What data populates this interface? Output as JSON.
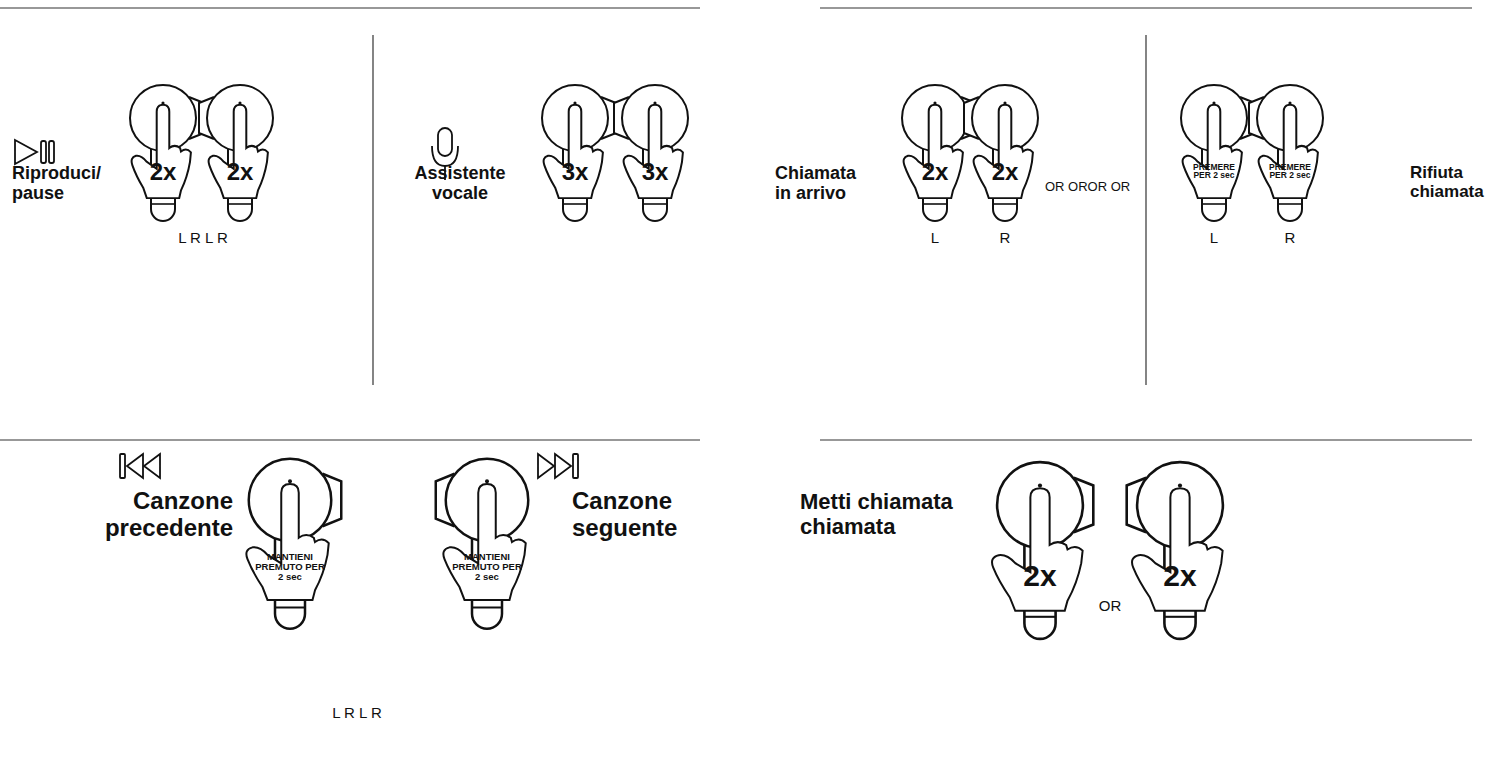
{
  "diagram": {
    "nodes": [
      {
        "text": [
          "2x"
        ]
      },
      {
        "text": [
          "2x"
        ]
      },
      {
        "text": [
          "3x"
        ]
      },
      {
        "text": [
          "3x"
        ]
      },
      {
        "text": [
          "2x"
        ]
      },
      {
        "text": [
          "2x"
        ]
      },
      {
        "text": [
          "PREMERE PER 2 sec"
        ]
      },
      {
        "text": [
          "PREMERE PER 2 sec"
        ]
      },
      {
        "text": [
          "MANTIENI PREMUTO PER 2 sec"
        ]
      },
      {
        "text": [
          "MANTIENI PREMUTO PER 2 sec"
        ]
      },
      {
        "text": [
          "2x"
        ]
      },
      {
        "text": [
          "2x"
        ]
      }
    ],
    "labels": [
      "Riproduci/ pause",
      "L R L R",
      "Assistente vocale",
      "Chiamata in arrivo",
      "OR OROR OR",
      "L",
      "R",
      "Rifiuta chiamata",
      "L",
      "R",
      "Canzone precedente",
      "Canzone seguente",
      "L R L R",
      "Metti chiamata chiamata",
      "OR"
    ]
  }
}
